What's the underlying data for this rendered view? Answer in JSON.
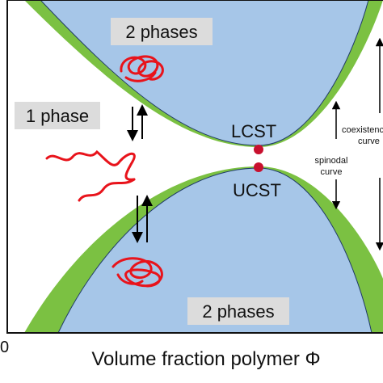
{
  "colors": {
    "background": "#ffffff",
    "spinodal_fill": "#a6c6e8",
    "binodal_band": "#7bc142",
    "curve_stroke": "#1f3a68",
    "critical_point": "#c8102e",
    "polymer_chain": "#e8131b",
    "label_box": "#dcdcdc",
    "axis": "#111111"
  },
  "regions": {
    "top": "2 phases",
    "left": "1 phase",
    "bottom": "2 phases"
  },
  "points": {
    "upper": "LCST",
    "lower": "UCST"
  },
  "curves": {
    "spinodal_line1": "spinodal",
    "spinodal_line2": "curve",
    "coexistence_line1": "coexistence",
    "coexistence_line2": "curve"
  },
  "axis": {
    "origin_tick": "0",
    "x_title": "Volume fraction polymer Φ"
  },
  "icons": [
    "coiled-chain-icon",
    "expanded-chain-icon",
    "up-down-arrow-icon"
  ]
}
